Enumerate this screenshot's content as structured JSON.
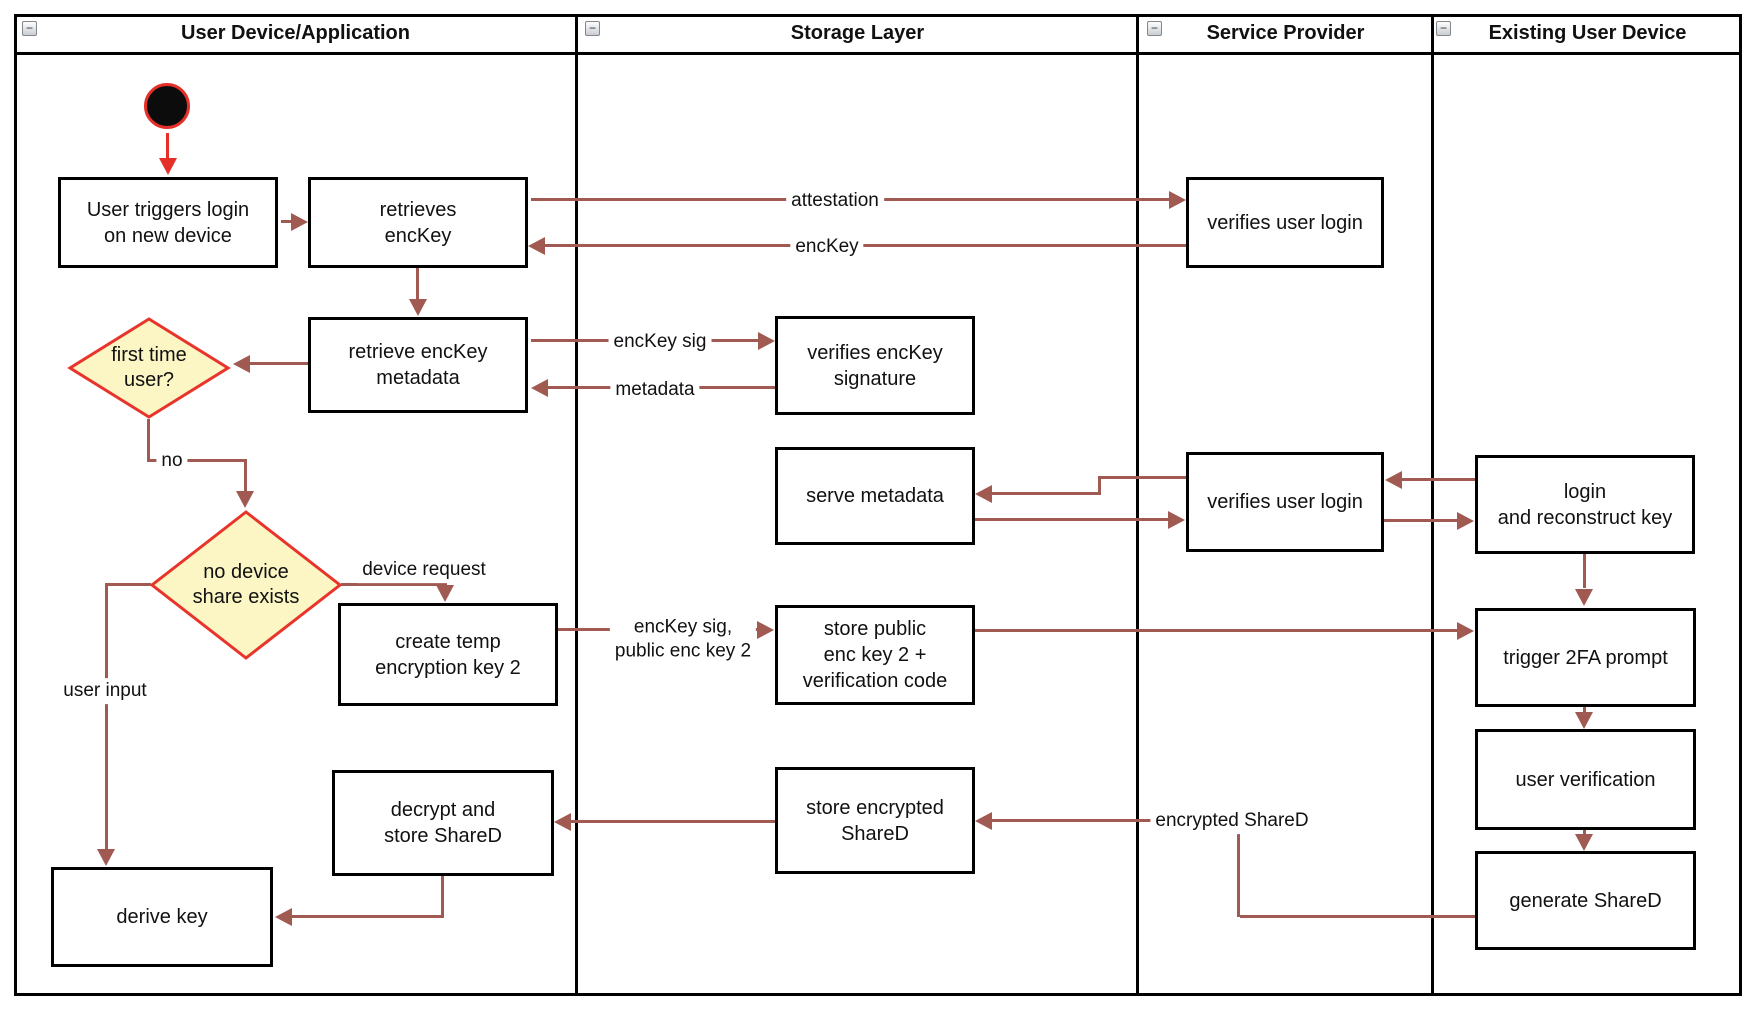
{
  "colors": {
    "flow_arrow": "#a05a52",
    "start_arrow": "#e43028",
    "diamond_fill": "#fbf6c4",
    "diamond_border": "#e8342a",
    "box_border": "#000000",
    "background": "#ffffff"
  },
  "lanes": [
    {
      "title": "User Device/Application",
      "icon": "−"
    },
    {
      "title": "Storage Layer",
      "icon": "−"
    },
    {
      "title": "Service Provider",
      "icon": "−"
    },
    {
      "title": "Existing User Device",
      "icon": "−"
    }
  ],
  "nodes": {
    "start": {
      "type": "initial-node"
    },
    "user_triggers_login": {
      "label": "User triggers login\non new device"
    },
    "retrieves_enckey": {
      "label": "retrieves\nencKey"
    },
    "retrieve_enckey_metadata": {
      "label": "retrieve encKey\nmetadata"
    },
    "first_time_user": {
      "label": "first time\nuser?"
    },
    "no_device_share_exists": {
      "label": "no device\nshare exists"
    },
    "create_temp_key": {
      "label": "create temp\nencryption key 2"
    },
    "decrypt_store_shared": {
      "label": "decrypt and\nstore ShareD"
    },
    "derive_key": {
      "label": "derive key"
    },
    "verifies_enckey_signature": {
      "label": "verifies encKey\nsignature"
    },
    "serve_metadata": {
      "label": "serve metadata"
    },
    "store_public_key": {
      "label": "store public\nenc key 2 +\nverification code"
    },
    "store_encrypted_shared": {
      "label": "store encrypted\nShareD"
    },
    "verifies_user_login_1": {
      "label": "verifies user login"
    },
    "verifies_user_login_2": {
      "label": "verifies user login"
    },
    "login_reconstruct": {
      "label": "login\nand reconstruct key"
    },
    "trigger_2fa": {
      "label": "trigger 2FA prompt"
    },
    "user_verification": {
      "label": "user verification"
    },
    "generate_shared": {
      "label": "generate ShareD"
    }
  },
  "edge_labels": {
    "attestation": "attestation",
    "enckey": "encKey",
    "enckey_sig": "encKey sig",
    "metadata": "metadata",
    "no": "no",
    "device_request": "device request",
    "enckey_sig_public": "encKey sig,\npublic enc key 2",
    "user_input": "user input",
    "encrypted_shared": "encrypted ShareD"
  }
}
